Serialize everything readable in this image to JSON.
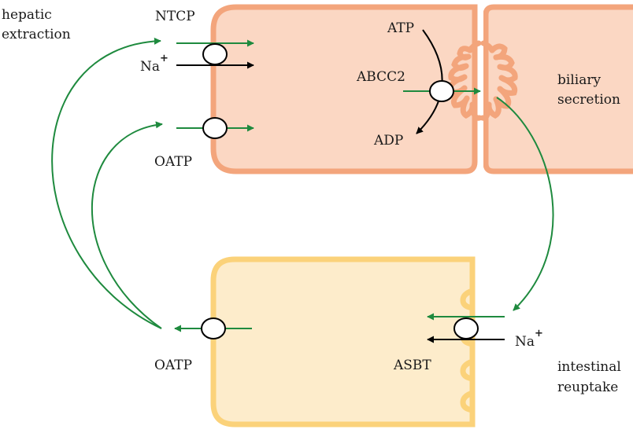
{
  "labels": {
    "hepatic_1": "hepatic",
    "hepatic_2": "extraction",
    "ntcp": "NTCP",
    "na_top": "Na",
    "na_sup": "+",
    "oatp_top": "OATP",
    "atp": "ATP",
    "abcc2": "ABCC2",
    "adp": "ADP",
    "biliary_1": "biliary",
    "biliary_2": "secretion",
    "oatp_bottom": "OATP",
    "asbt": "ASBT",
    "na_bottom": "Na",
    "na_bottom_sup": "+",
    "intestinal_1": "intestinal",
    "intestinal_2": "reuptake"
  },
  "colors": {
    "hepatocyte_fill": "#fbd7c3",
    "hepatocyte_stroke": "#f3a57c",
    "enterocyte_fill": "#fdeccb",
    "enterocyte_stroke": "#fbd27a",
    "transport_green": "#1e8a3e",
    "black": "#000000"
  }
}
